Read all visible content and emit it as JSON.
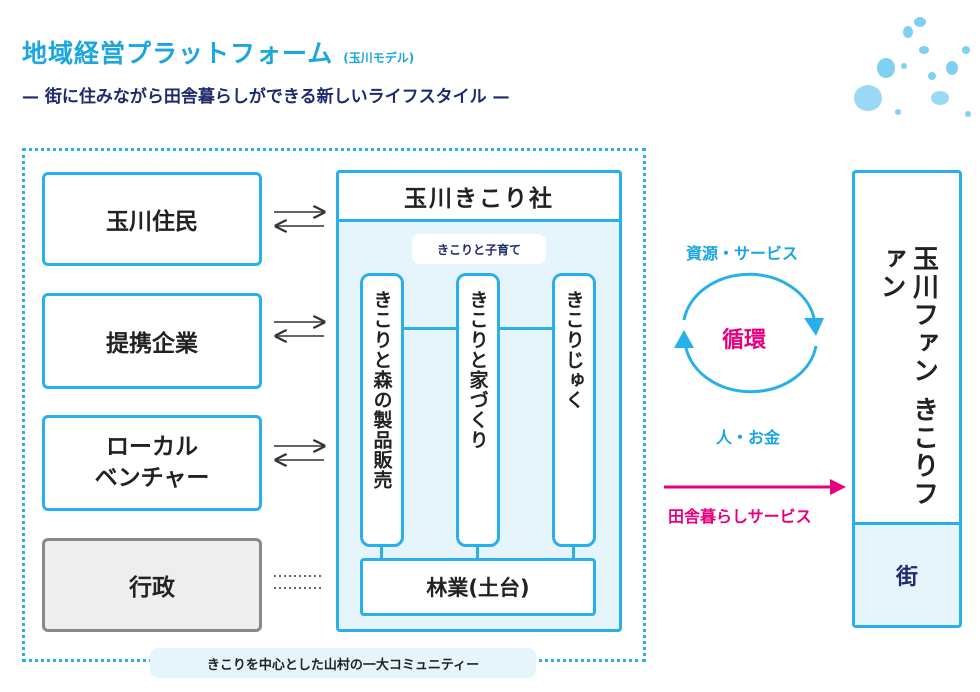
{
  "header": {
    "title": "地域経営プラットフォーム",
    "title_note": "(玉川モデル)",
    "subtitle": "— 街に住みながら田舎暮らしができる新しいライフスタイル —"
  },
  "stakeholders": [
    {
      "label": "玉川住民"
    },
    {
      "label": "提携企業"
    },
    {
      "label": "ローカル\nベンチャー"
    },
    {
      "label": "行政"
    }
  ],
  "organization": {
    "name": "玉川きこり社",
    "parent_label": "きこりと子育て",
    "columns": [
      "きこりと森の製品販売",
      "きこりと家づくり",
      "きこりじゅく"
    ],
    "base": "林業(土台)"
  },
  "cycle": {
    "top_label": "資源・サービス",
    "center": "循環",
    "bottom_label": "人・お金"
  },
  "service_arrow_label": "田舎暮らしサービス",
  "fans": {
    "label": "玉川ファン きこりファン",
    "town": "街"
  },
  "community_label": "きこりを中心とした山村の一大コミュニティー",
  "colors": {
    "accent_blue": "#29b0e8",
    "title_blue": "#1aa6e0",
    "navy": "#1d2a6b",
    "pink": "#e6007e",
    "gray_box": "#eeeeee"
  }
}
